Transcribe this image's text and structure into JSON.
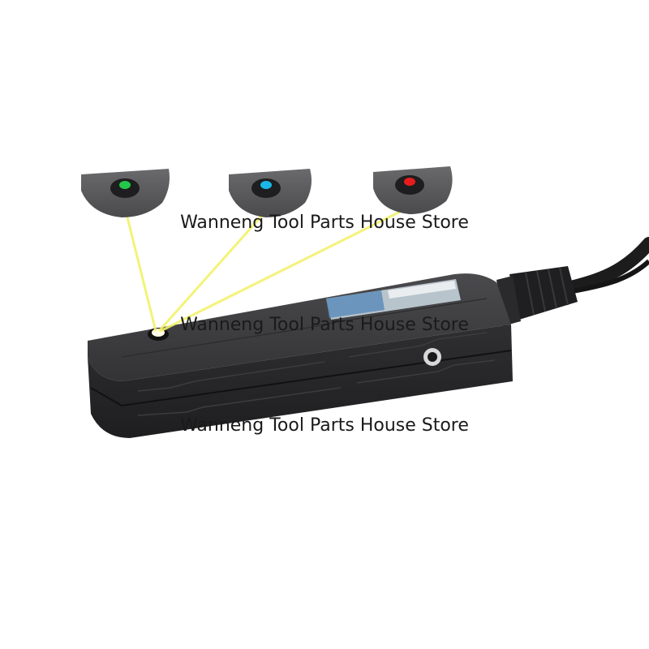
{
  "watermark": {
    "line1": "Wanneng Tool Parts House Store",
    "line2": "Wanneng Tool Parts House Store",
    "line3": "Wanneng Tool Parts House Store"
  },
  "indicators": [
    {
      "name": "green-led",
      "color": "#22c84a"
    },
    {
      "name": "cyan-led",
      "color": "#1ab8e8"
    },
    {
      "name": "red-led",
      "color": "#e81c1c"
    }
  ],
  "colors": {
    "device_body": "#2a2a2c",
    "device_top": "#3a3a3c",
    "beam": "#f2f26a",
    "cable": "#1c1c1c"
  }
}
